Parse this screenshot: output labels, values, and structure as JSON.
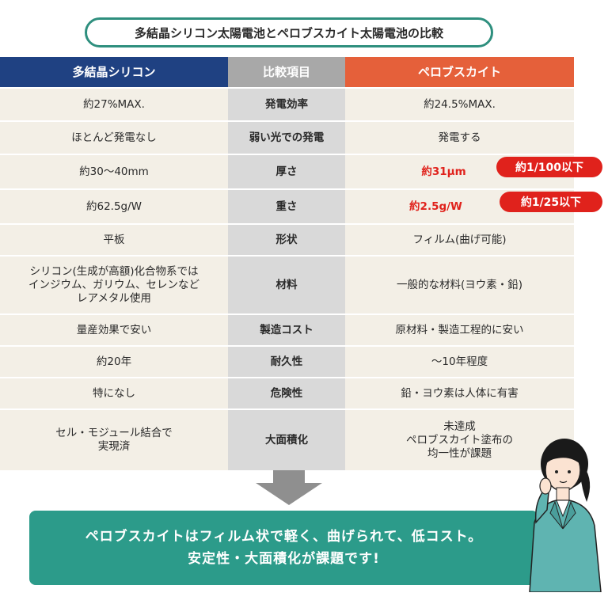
{
  "title": "多結晶シリコン太陽電池とペロブスカイト太陽電池の比較",
  "header": {
    "left": "多結晶シリコン",
    "middle": "比較項目",
    "right": "ペロブスカイト"
  },
  "rows": [
    {
      "left": "約27%MAX.",
      "item": "発電効率",
      "right": "約24.5%MAX."
    },
    {
      "left": "ほとんど発電なし",
      "item": "弱い光での発電",
      "right": "発電する"
    },
    {
      "left": "約30〜40mm",
      "item": "厚さ",
      "right": "約31μm",
      "badge": "約1/100以下"
    },
    {
      "left": "約62.5g/W",
      "item": "重さ",
      "right": "約2.5g/W",
      "badge": "約1/25以下"
    },
    {
      "left": "平板",
      "item": "形状",
      "right": "フィルム(曲げ可能)"
    },
    {
      "left_lines": [
        "シリコン(生成が高額)化合物系では",
        "インジウム、ガリウム、セレンなど",
        "レアメタル使用"
      ],
      "item": "材料",
      "right": "一般的な材料(ヨウ素・鉛)"
    },
    {
      "left": "量産効果で安い",
      "item": "製造コスト",
      "right": "原材料・製造工程的に安い"
    },
    {
      "left": "約20年",
      "item": "耐久性",
      "right": "〜10年程度"
    },
    {
      "left": "特になし",
      "item": "危険性",
      "right": "鉛・ヨウ素は人体に有害"
    },
    {
      "left_lines": [
        "セル・モジュール結合で",
        "実現済"
      ],
      "item": "大面積化",
      "right_lines": [
        "未達成",
        "ペロブスカイト塗布の",
        "均一性が課題"
      ]
    }
  ],
  "banner": {
    "line1": "ペロブスカイトはフィルム状で軽く、曲げられて、低コスト。",
    "line2": "安定性・大面積化が課題です!"
  },
  "colors": {
    "title_border": "#2e8f7e",
    "header_left": "#1f4182",
    "header_middle": "#a8a8a8",
    "header_right": "#e5603a",
    "highlight_red": "#e0221c",
    "banner_bg": "#2c9b8a"
  },
  "icons": [
    "down-arrow-icon",
    "person-illustration"
  ]
}
